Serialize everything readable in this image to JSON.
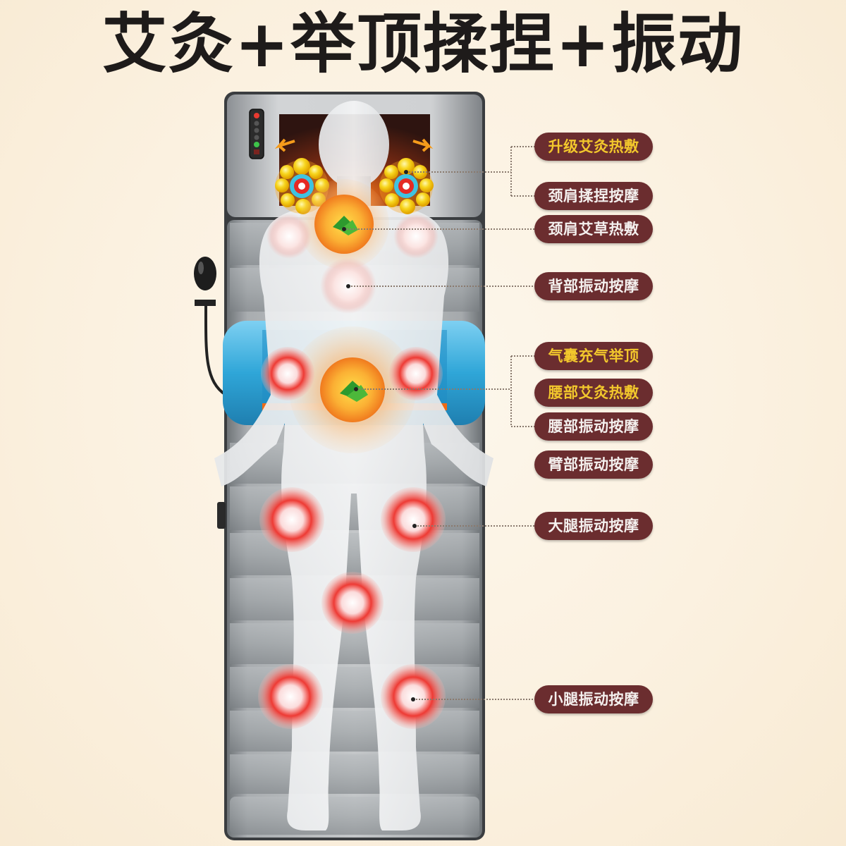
{
  "headline": "艾灸+举顶揉捏+振动",
  "colors": {
    "background": "#fbf1e0",
    "headline": "#1e1b1a",
    "label_bg": "#6b2d2f",
    "label_text": "#f4f0ee",
    "label_highlight_text": "#f2c72c",
    "mat_gray": "#8f9498",
    "lumbar_blue": "#2fa6d8",
    "heat_red": "#e5312e",
    "moxa_orange": "#f5a623",
    "node_yellow": "#f6d21a"
  },
  "labels": [
    {
      "text": "升级艾灸热敷",
      "highlight": true
    },
    {
      "text": "颈肩揉捏按摩",
      "highlight": false
    },
    {
      "text": "颈肩艾草热敷",
      "highlight": false
    },
    {
      "text": "背部振动按摩",
      "highlight": false
    },
    {
      "text": "气囊充气举顶",
      "highlight": true
    },
    {
      "text": "腰部艾灸热敷",
      "highlight": true
    },
    {
      "text": "腰部振动按摩",
      "highlight": false
    },
    {
      "text": "臂部振动按摩",
      "highlight": false
    },
    {
      "text": "大腿振动按摩",
      "highlight": false
    },
    {
      "text": "小腿振动按摩",
      "highlight": false
    }
  ],
  "controller": {
    "buttons": [
      "power",
      "mode",
      "intensity",
      "heat",
      "start",
      "timer"
    ]
  }
}
